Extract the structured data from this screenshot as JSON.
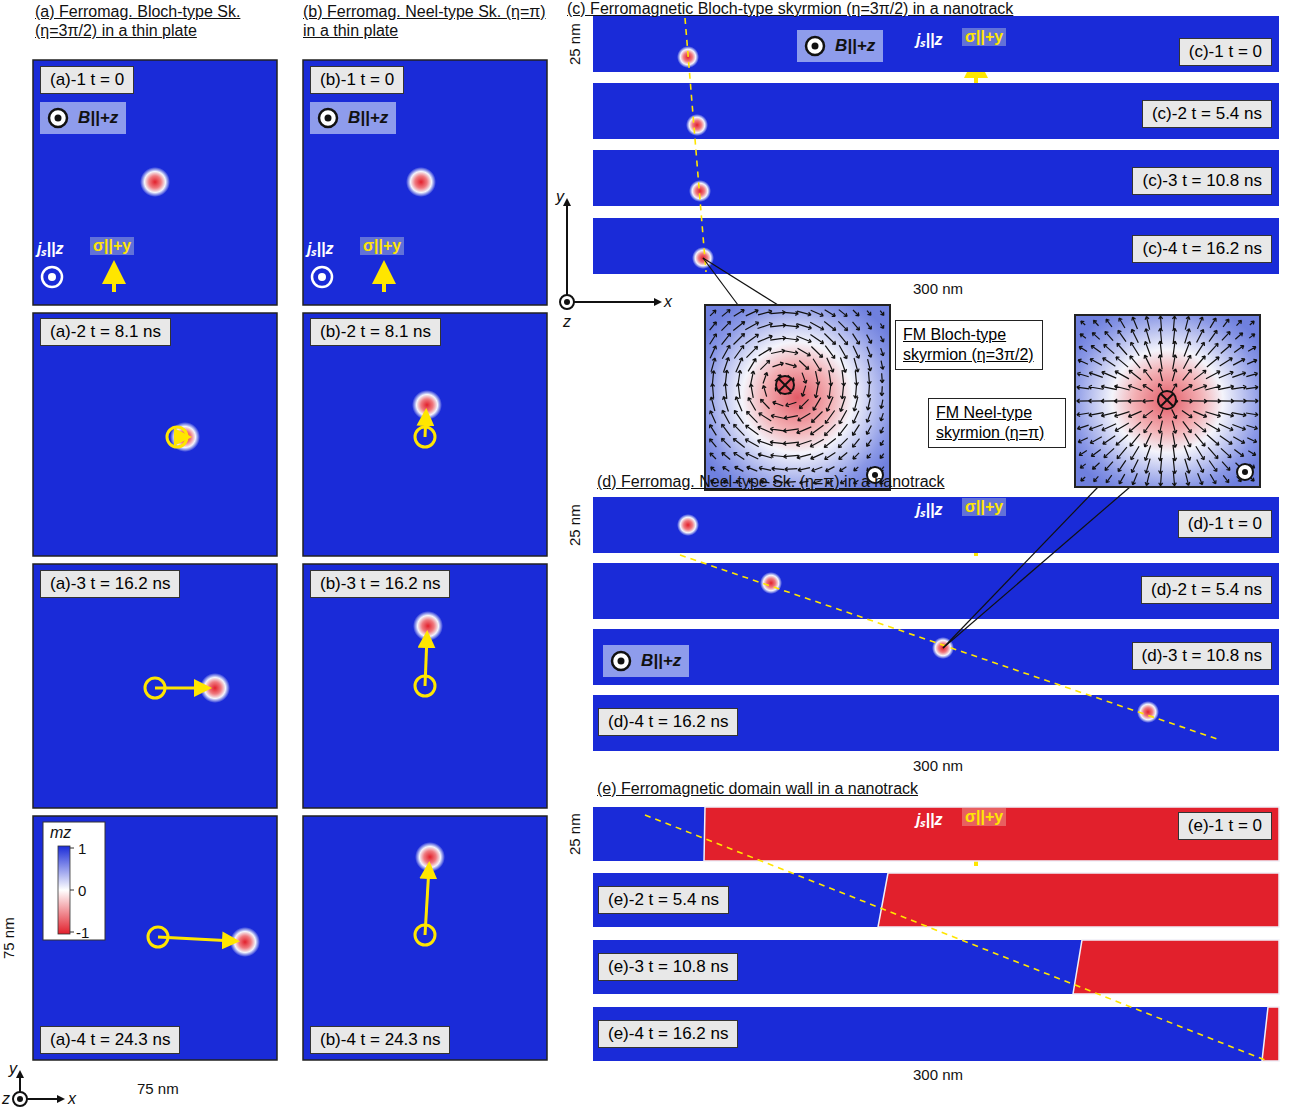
{
  "diagram": {
    "nodes": [
      {
        "text": [
          "(a)-1  t = 0"
        ]
      },
      {
        "text": [
          "(a)-2  t = 8.1 ns"
        ]
      },
      {
        "text": [
          "(a)-3  t = 16.2 ns"
        ]
      },
      {
        "text": [
          "(a)-4  t = 24.3 ns"
        ]
      },
      {
        "text": [
          "(b)-1  t = 0"
        ]
      },
      {
        "text": [
          "(b)-2  t = 8.1 ns"
        ]
      },
      {
        "text": [
          "(b)-3  t = 16.2 ns"
        ]
      },
      {
        "text": [
          "(b)-4  t = 24.3 ns"
        ]
      },
      {
        "text": [
          "(c)-1  t = 0"
        ]
      },
      {
        "text": [
          "(c)-2  t = 5.4 ns"
        ]
      },
      {
        "text": [
          "(c)-3  t = 10.8 ns"
        ]
      },
      {
        "text": [
          "(c)-4  t = 16.2 ns"
        ]
      },
      {
        "text": [
          "(d)-1  t = 0"
        ]
      },
      {
        "text": [
          "(d)-2  t = 5.4 ns"
        ]
      },
      {
        "text": [
          "(d)-3  t = 10.8 ns"
        ]
      },
      {
        "text": [
          "(d)-4  t = 16.2 ns"
        ]
      },
      {
        "text": [
          "(e)-1  t = 0"
        ]
      },
      {
        "text": [
          "(e)-2  t = 5.4 ns"
        ]
      },
      {
        "text": [
          "(e)-3  t = 10.8 ns"
        ]
      },
      {
        "text": [
          "(e)-4  t = 16.2 ns"
        ]
      },
      {
        "text": [
          "B||+z"
        ]
      },
      {
        "text": [
          "B||+z"
        ]
      },
      {
        "text": [
          "B||+z"
        ]
      },
      {
        "text": [
          "B||+z"
        ]
      },
      {
        "text": [
          "FM Bloch-type skyrmion (η=3π/2)"
        ]
      },
      {
        "text": [
          "FM Neel-type skyrmion (η=π)"
        ]
      }
    ],
    "labels": [
      "(a) Ferromag. Bloch-type Sk. (η=3π/2) in a thin plate",
      "(b) Ferromag. Neel-type Sk. (η=π) in a thin plate",
      "(c) Ferromagnetic Bloch-type skyrmion (η=3π/2) in a nanotrack",
      "(d) Ferromag. Neel-type Sk. (η=π) in a nanotrack",
      "(e) Ferromagnetic domain wall in a nanotrack",
      "jₛ||z",
      "σ||+y",
      "jₛ||z",
      "σ||+y",
      "jₛ||z",
      "σ||+y",
      "jₛ||z",
      "σ||+y",
      "jₛ||z",
      "σ||+y",
      "mz",
      "1",
      "0",
      "-1",
      "75 nm",
      "75 nm",
      "25 nm",
      "25 nm",
      "25 nm",
      "300 nm",
      "300 nm",
      "300 nm",
      "y",
      "x",
      "z",
      "y",
      "x",
      "z"
    ]
  }
}
